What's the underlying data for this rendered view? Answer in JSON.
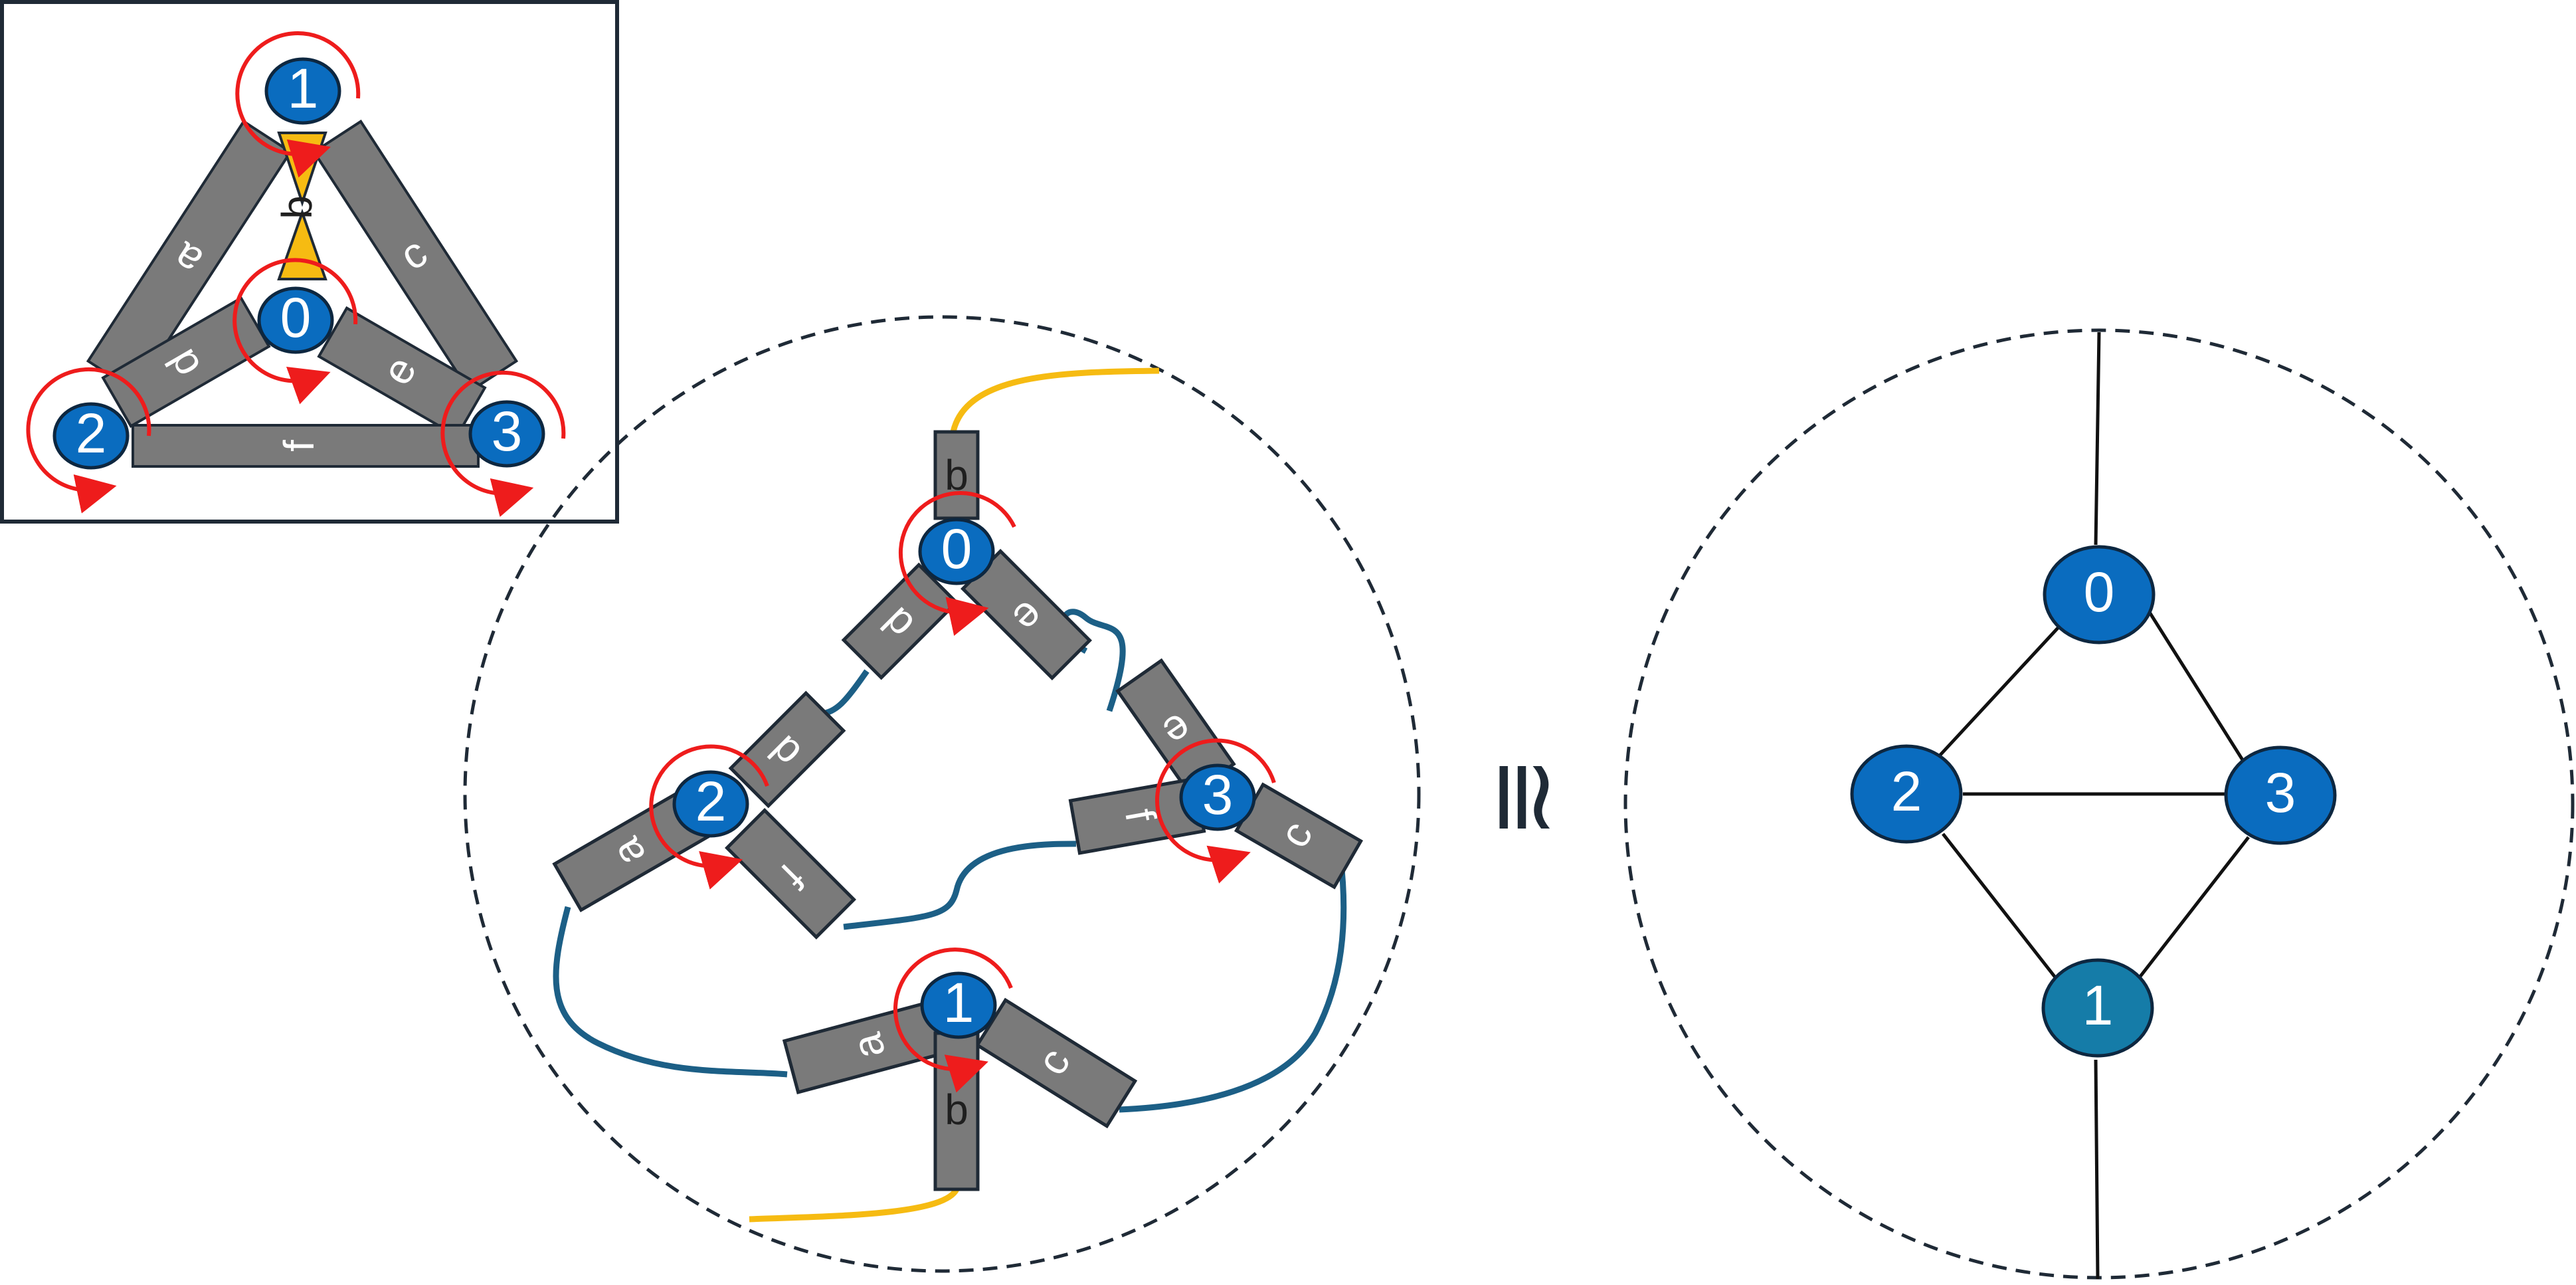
{
  "colors": {
    "node_fill": "#0a6cbf",
    "node_fill_alt": "#157ca8",
    "node_stroke": "#0d2740",
    "band_fill": "#7a7a7a",
    "band_stroke": "#1f2a36",
    "rotation_circle": "#ee1c1c",
    "connector_blue": "#1c5f86",
    "connector_yellow": "#f6bb12",
    "dashed_circle": "#1f2a36",
    "graph_edge": "#111111"
  },
  "inset": {
    "nodes": [
      "1",
      "0",
      "2",
      "3"
    ],
    "bands": [
      "a",
      "b",
      "c",
      "d",
      "e",
      "f"
    ]
  },
  "middle": {
    "nodes": [
      "0",
      "2",
      "3",
      "1"
    ],
    "bands": {
      "top_b": "b",
      "n0_d": "d",
      "n0_e": "e",
      "n2_d": "d",
      "n2_a": "a",
      "n2_f": "f",
      "n3_e": "e",
      "n3_f": "f",
      "n3_c": "c",
      "n1_a": "a",
      "n1_c": "c",
      "n1_b": "b"
    }
  },
  "relation_symbol": "≅",
  "graph": {
    "nodes": [
      "0",
      "2",
      "3",
      "1"
    ]
  }
}
